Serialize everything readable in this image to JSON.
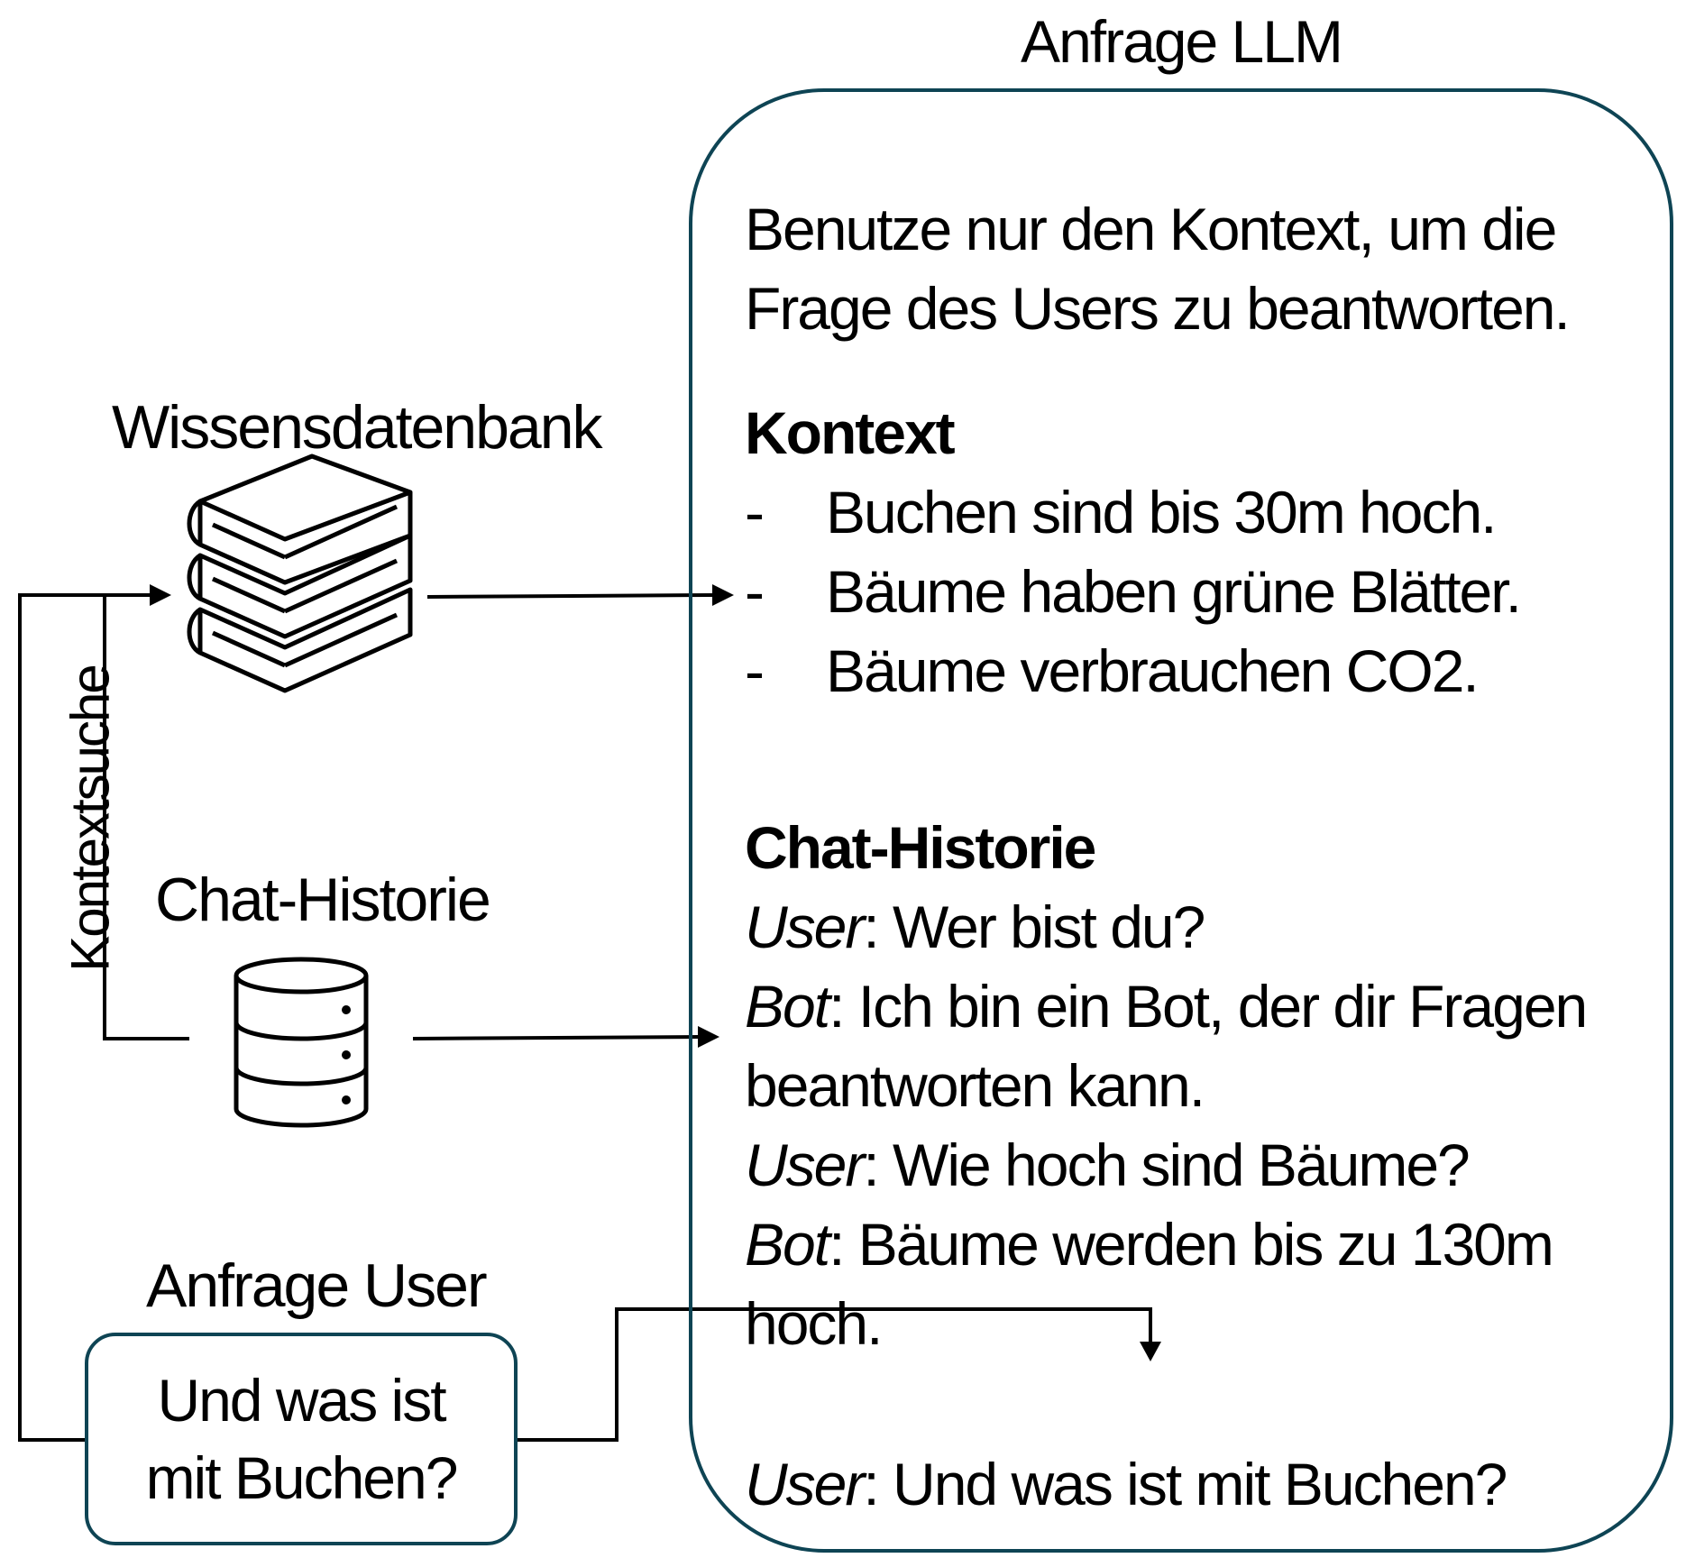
{
  "llm_request": {
    "title": "Anfrage LLM",
    "instruction": "Benutze nur den Kontext, um die Frage des Users zu beantworten.",
    "context_heading": "Kontext",
    "context_items": [
      {
        "dash": "-",
        "text": "Buchen sind bis 30m hoch."
      },
      {
        "dash": "-",
        "text": "Bäume haben grüne Blätter."
      },
      {
        "dash": "-",
        "text": "Bäume verbrauchen CO2."
      }
    ],
    "history_heading": "Chat-Historie",
    "history": [
      {
        "speaker": "User",
        "sep": ": ",
        "text": "Wer bist du?"
      },
      {
        "speaker": "Bot",
        "sep": ": ",
        "text": "Ich bin ein Bot, der dir Fragen beantworten kann."
      },
      {
        "speaker": "User",
        "sep": ": ",
        "text": "Wie hoch sind Bäume?"
      },
      {
        "speaker": "Bot",
        "sep": ": ",
        "text": "Bäume werden bis zu 130m hoch."
      }
    ],
    "final_question": {
      "speaker": "User",
      "sep": ": ",
      "text": "Und was ist mit Buchen?"
    }
  },
  "knowledge_base": {
    "label": "Wissensdatenbank",
    "icon": "books-stack-icon"
  },
  "chat_history_store": {
    "label": "Chat-Historie",
    "icon": "database-icon"
  },
  "user_request": {
    "label": "Anfrage User",
    "text": "Und was ist mit Buchen?"
  },
  "context_search_label": "Kontextsuche",
  "colors": {
    "box_border": "#0e4454",
    "lines": "#000000"
  }
}
